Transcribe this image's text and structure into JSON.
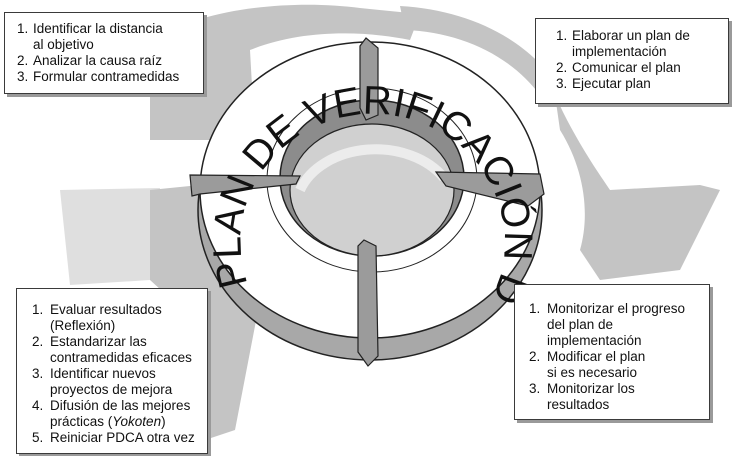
{
  "ring": {
    "title": "PLAN DE VERIFICACIÓN DE AJUSTE"
  },
  "steps": {
    "plan": {
      "items": [
        {
          "num": "1.",
          "lines": [
            "Identificar la distancia",
            "al objetivo"
          ]
        },
        {
          "num": "2.",
          "lines": [
            "Analizar la causa raíz"
          ]
        },
        {
          "num": "3.",
          "lines": [
            "Formular contramedidas"
          ]
        }
      ]
    },
    "do": {
      "items": [
        {
          "num": "1.",
          "lines": [
            "Elaborar un plan de",
            "implementación"
          ]
        },
        {
          "num": "2.",
          "lines": [
            "Comunicar el plan"
          ]
        },
        {
          "num": "3.",
          "lines": [
            "Ejecutar plan"
          ]
        }
      ]
    },
    "check": {
      "items": [
        {
          "num": "1.",
          "lines": [
            "Monitorizar el progreso",
            "del plan de",
            "implementación"
          ]
        },
        {
          "num": "2.",
          "lines": [
            "Modificar el plan",
            "si es necesario"
          ]
        },
        {
          "num": "3.",
          "lines": [
            "Monitorizar los",
            "resultados"
          ]
        }
      ]
    },
    "act": {
      "items": [
        {
          "num": "1.",
          "lines": [
            "Evaluar resultados",
            "(Reflexión)"
          ]
        },
        {
          "num": "2.",
          "lines": [
            "Estandarizar las",
            "contramedidas eficaces"
          ]
        },
        {
          "num": "3.",
          "lines": [
            "Identificar nuevos",
            "proyectos de mejora"
          ]
        },
        {
          "num": "4.",
          "lines": [
            "Difusión de las mejores",
            "prácticas (",
            "Yokoten",
            ")"
          ]
        },
        {
          "num": "5.",
          "lines": [
            "Reiniciar PDCA otra vez"
          ]
        }
      ]
    }
  },
  "colors": {
    "background_shapes": "#c4c4c4",
    "ring_face": "#ffffff",
    "ring_side": "#a8a8a8",
    "ring_inner": "#8c8c8c",
    "arrow_fill": "#9b9b9b",
    "outline": "#222222"
  }
}
